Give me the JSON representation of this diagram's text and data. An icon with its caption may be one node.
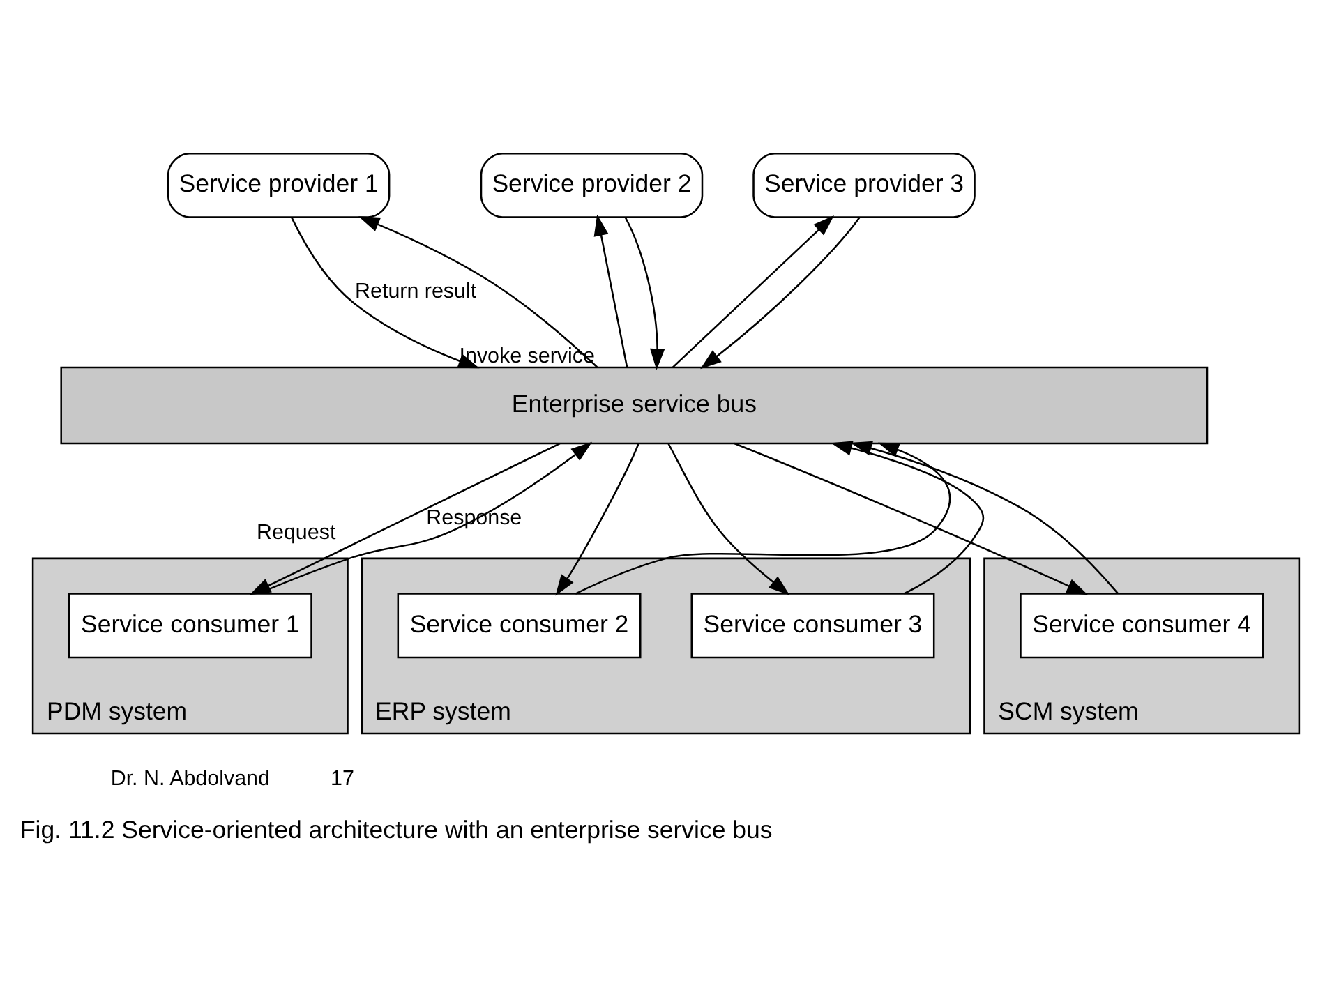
{
  "diagram": {
    "caption": "Fig. 11.2 Service-oriented architecture with an enterprise service bus",
    "nodes": [
      {
        "text": [
          "Service provider 1"
        ]
      },
      {
        "text": [
          "Service provider 2"
        ]
      },
      {
        "text": [
          "Service provider 3"
        ]
      },
      {
        "text": [
          "Enterprise service bus"
        ]
      },
      {
        "text": [
          "PDM system"
        ]
      },
      {
        "text": [
          "Service consumer 1"
        ],
        "in": 4
      },
      {
        "text": [
          "ERP system"
        ]
      },
      {
        "text": [
          "Service consumer 2"
        ],
        "in": 6
      },
      {
        "text": [
          "Service consumer 3"
        ],
        "in": 6
      },
      {
        "text": [
          "SCM system"
        ]
      },
      {
        "text": [
          "Service consumer 4"
        ],
        "in": 9
      }
    ],
    "edges": [
      {
        "from": 3,
        "to": 0,
        "arrow": "to",
        "label": "Invoke service"
      },
      {
        "from": 0,
        "to": 3,
        "arrow": "to",
        "label": "Return result"
      },
      {
        "from": 3,
        "to": 1,
        "arrow": "to"
      },
      {
        "from": 1,
        "to": 3,
        "arrow": "to"
      },
      {
        "from": 3,
        "to": 2,
        "arrow": "to"
      },
      {
        "from": 2,
        "to": 3,
        "arrow": "to"
      },
      {
        "from": 5,
        "to": 3,
        "arrow": "to",
        "label": "Request"
      },
      {
        "from": 3,
        "to": 5,
        "arrow": "to",
        "label": "Response"
      },
      {
        "from": 7,
        "to": 3,
        "arrow": "to"
      },
      {
        "from": 3,
        "to": 7,
        "arrow": "to"
      },
      {
        "from": 8,
        "to": 3,
        "arrow": "to"
      },
      {
        "from": 3,
        "to": 8,
        "arrow": "to"
      },
      {
        "from": 10,
        "to": 3,
        "arrow": "to"
      },
      {
        "from": 3,
        "to": 10,
        "arrow": "to"
      }
    ],
    "labels": [
      "Dr. N. Abdolvand",
      "17"
    ]
  }
}
